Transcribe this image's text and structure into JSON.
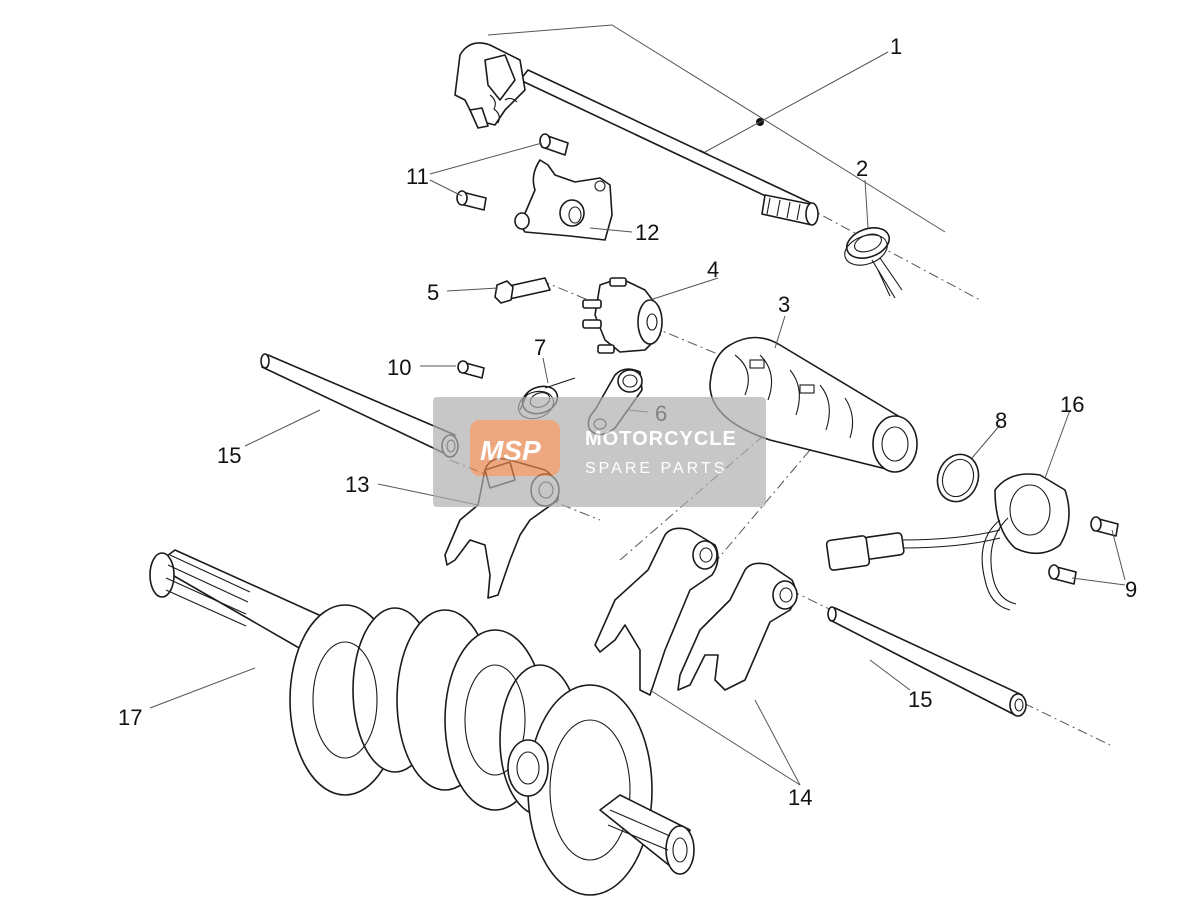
{
  "diagram": {
    "callouts": [
      "1",
      "2",
      "3",
      "4",
      "5",
      "6",
      "7",
      "8",
      "9",
      "10",
      "11",
      "12",
      "13",
      "14",
      "15",
      "15",
      "16",
      "17"
    ]
  },
  "watermark": {
    "logo": "MSP",
    "line1": "MOTORCYCLE",
    "line2": "SPARE PARTS",
    "color": "#b0b0b0",
    "accent": "#e8844a"
  }
}
